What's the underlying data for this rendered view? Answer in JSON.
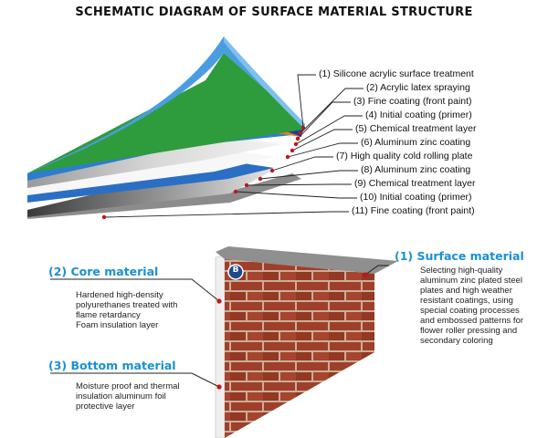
{
  "title": "SCHEMATIC DIAGRAM OF SURFACE MATERIAL STRUCTURE",
  "top_layers": [
    {
      "label": "(1) Silicone acrylic surface treatment"
    },
    {
      "label": "(2) Acrylic latex spraying"
    },
    {
      "label": "(3) Fine coating (front paint)"
    },
    {
      "label": "(4) Initial coating (primer)"
    },
    {
      "label": "(5) Chemical treatment layer"
    },
    {
      "label": "(6) Aluminum zinc coating"
    },
    {
      "label": "(7) High quality cold rolling plate"
    },
    {
      "label": "(8) Aluminum zinc coating"
    },
    {
      "label": "(9) Chemical treatment layer"
    },
    {
      "label": "(10) Initial coating (primer)"
    },
    {
      "label": "(11) Fine coating (front paint)"
    }
  ],
  "surface_material": {
    "heading": "(1) Surface material",
    "lines": [
      "Selecting high-quality",
      "aluminum zinc plated steel",
      "plates and high weather",
      "resistant coatings, using",
      "special coating processes",
      "and embossed patterns for",
      "flower roller pressing and",
      "secondary coloring"
    ]
  },
  "core_material": {
    "heading": "(2) Core material",
    "lines": [
      "Hardened high-density",
      "polyurethanes treated with",
      "flame retardancy",
      "Foam insulation layer"
    ]
  },
  "bottom_material": {
    "heading": "(3) Bottom material",
    "lines": [
      "Moisture proof and thermal",
      "insulation aluminum foil",
      "protective layer"
    ]
  },
  "panel_badge": "B",
  "colors": {
    "heading_blue": "#1a8fd6",
    "brick": "#a8442c",
    "mortar": "#d9b8a4",
    "leader_dot": "#c0161b"
  }
}
